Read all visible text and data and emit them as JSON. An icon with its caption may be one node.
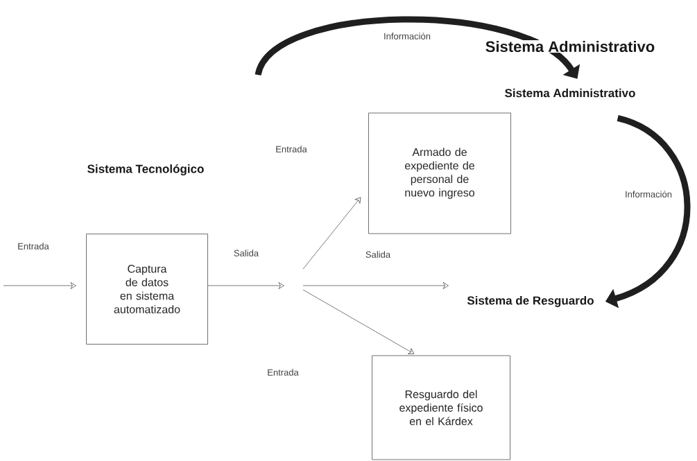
{
  "diagram": {
    "nodes": [
      {
        "text": [
          "Captura de datos en sistema automatizado"
        ]
      },
      {
        "text": [
          "Armado de expediente de personal de nuevo ingreso"
        ]
      },
      {
        "text": [
          "Resguardo del expediente físico en el Kárdex"
        ]
      },
      {
        "text": [
          "Sistema de Resguardo"
        ]
      },
      {
        "text": [
          "Sistema Administrativo"
        ]
      }
    ],
    "edges": [
      {
        "from": null,
        "to": 0,
        "arrow": "to"
      },
      {
        "from": 0,
        "to": null,
        "arrow": "to"
      },
      {
        "from": null,
        "to": 1,
        "arrow": "to"
      },
      {
        "from": null,
        "to": 3,
        "arrow": "to"
      },
      {
        "from": null,
        "to": 2,
        "arrow": "to"
      },
      {
        "from": null,
        "to": 4,
        "arrow": "to",
        "label": "Información",
        "style": "thick"
      },
      {
        "from": 4,
        "to": 3,
        "arrow": "to",
        "label": "Información",
        "style": "thick"
      }
    ],
    "labels": [
      "Sistema Administrativo",
      "Entrada",
      "Sistema Tecnológico",
      "Entrada",
      "Salida",
      "Salida",
      "Entrada"
    ]
  }
}
